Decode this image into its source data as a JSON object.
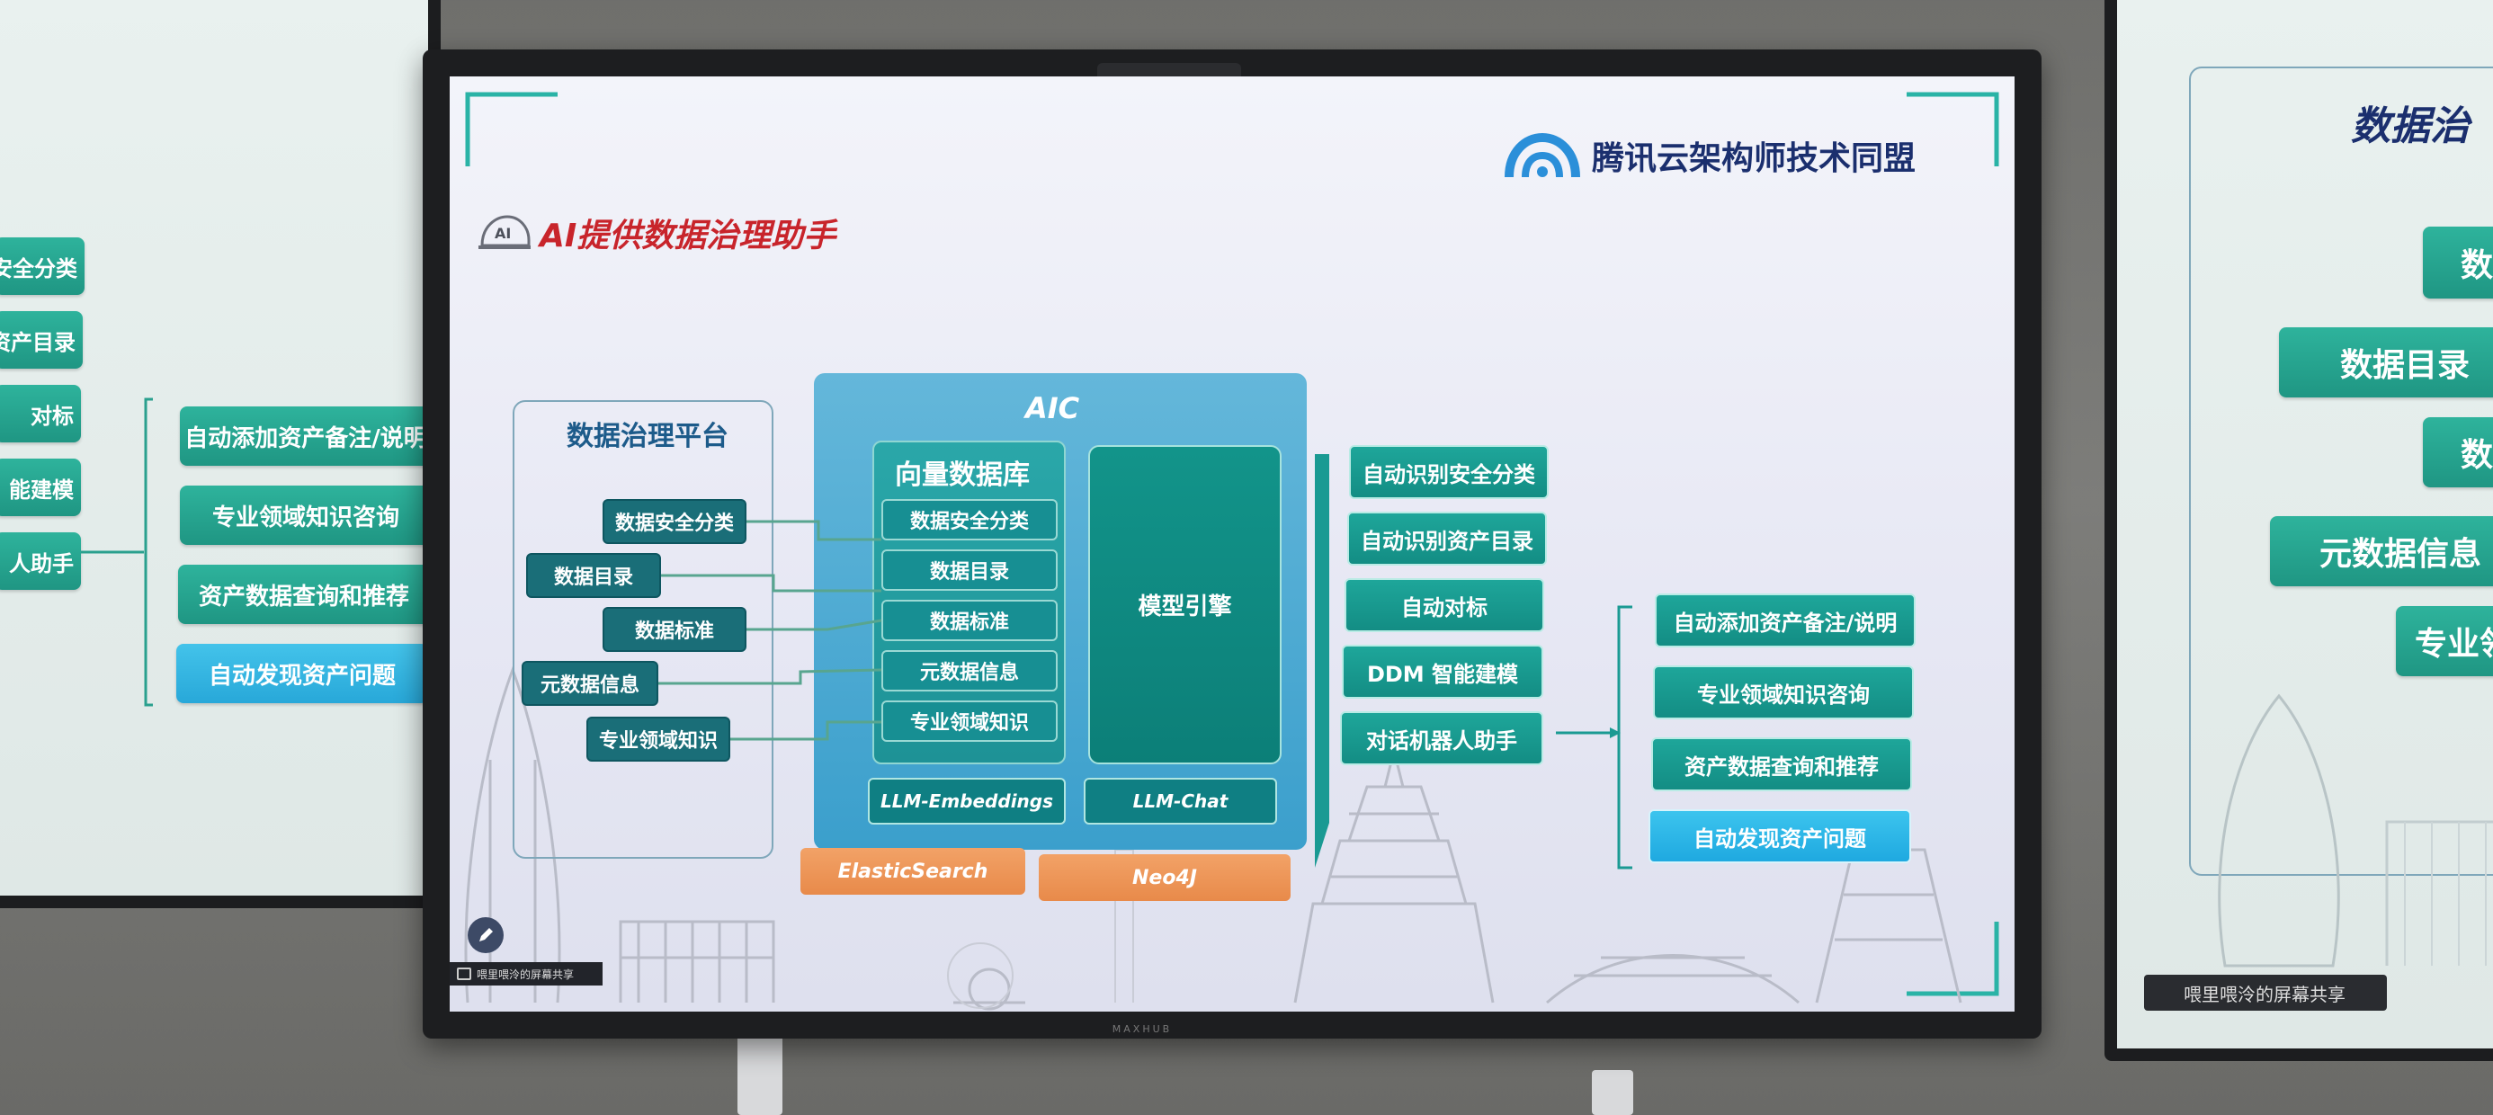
{
  "slide": {
    "title": "AI提供数据治理助手",
    "brand": "腾讯云架构师技术同盟",
    "ai_badge": "AI",
    "platform_title": "数据治理平台",
    "platform_items": [
      "数据安全分类",
      "数据目录",
      "数据标准",
      "元数据信息",
      "专业领域知识"
    ],
    "aic_title": "AIC",
    "vector_db_title": "向量数据库",
    "vector_db_items": [
      "数据安全分类",
      "数据目录",
      "数据标准",
      "元数据信息",
      "专业领域知识"
    ],
    "model_engine": "模型引擎",
    "llm_embeddings": "LLM-Embeddings",
    "llm_chat": "LLM-Chat",
    "elasticsearch": "ElasticSearch",
    "neo4j": "Neo4J",
    "capabilities": [
      "自动识别安全分类",
      "自动识别资产目录",
      "自动对标",
      "DDM 智能建模",
      "对话机器人助手"
    ],
    "assistant_functions": [
      "自动添加资产备注/说明",
      "专业领域知识咨询",
      "资产数据查询和推荐",
      "自动发现资产问题"
    ],
    "share_bar": "喂里喂泠的屏幕共享",
    "monitor_brand": "MAXHUB"
  },
  "left_screen": {
    "left_chips": [
      "据安全分类",
      "资产目录",
      "对标",
      "能建模",
      "人助手"
    ],
    "right_chips": [
      "自动添加资产备注/说明",
      "专业领域知识咨询",
      "资产数据查询和推荐",
      "自动发现资产问题"
    ]
  },
  "right_screen": {
    "title": "数据治",
    "chips": [
      "数",
      "数据目录",
      "数",
      "元数据信息",
      "专业领"
    ],
    "share_bar": "喂里喂泠的屏幕共享"
  },
  "colors": {
    "title_red": "#c8242b",
    "brand_navy": "#1b2f6e",
    "teal": "#1a9e92",
    "aic_blue": "#4aa9d3",
    "orange": "#ee9656",
    "cyan": "#2bb7e8"
  }
}
